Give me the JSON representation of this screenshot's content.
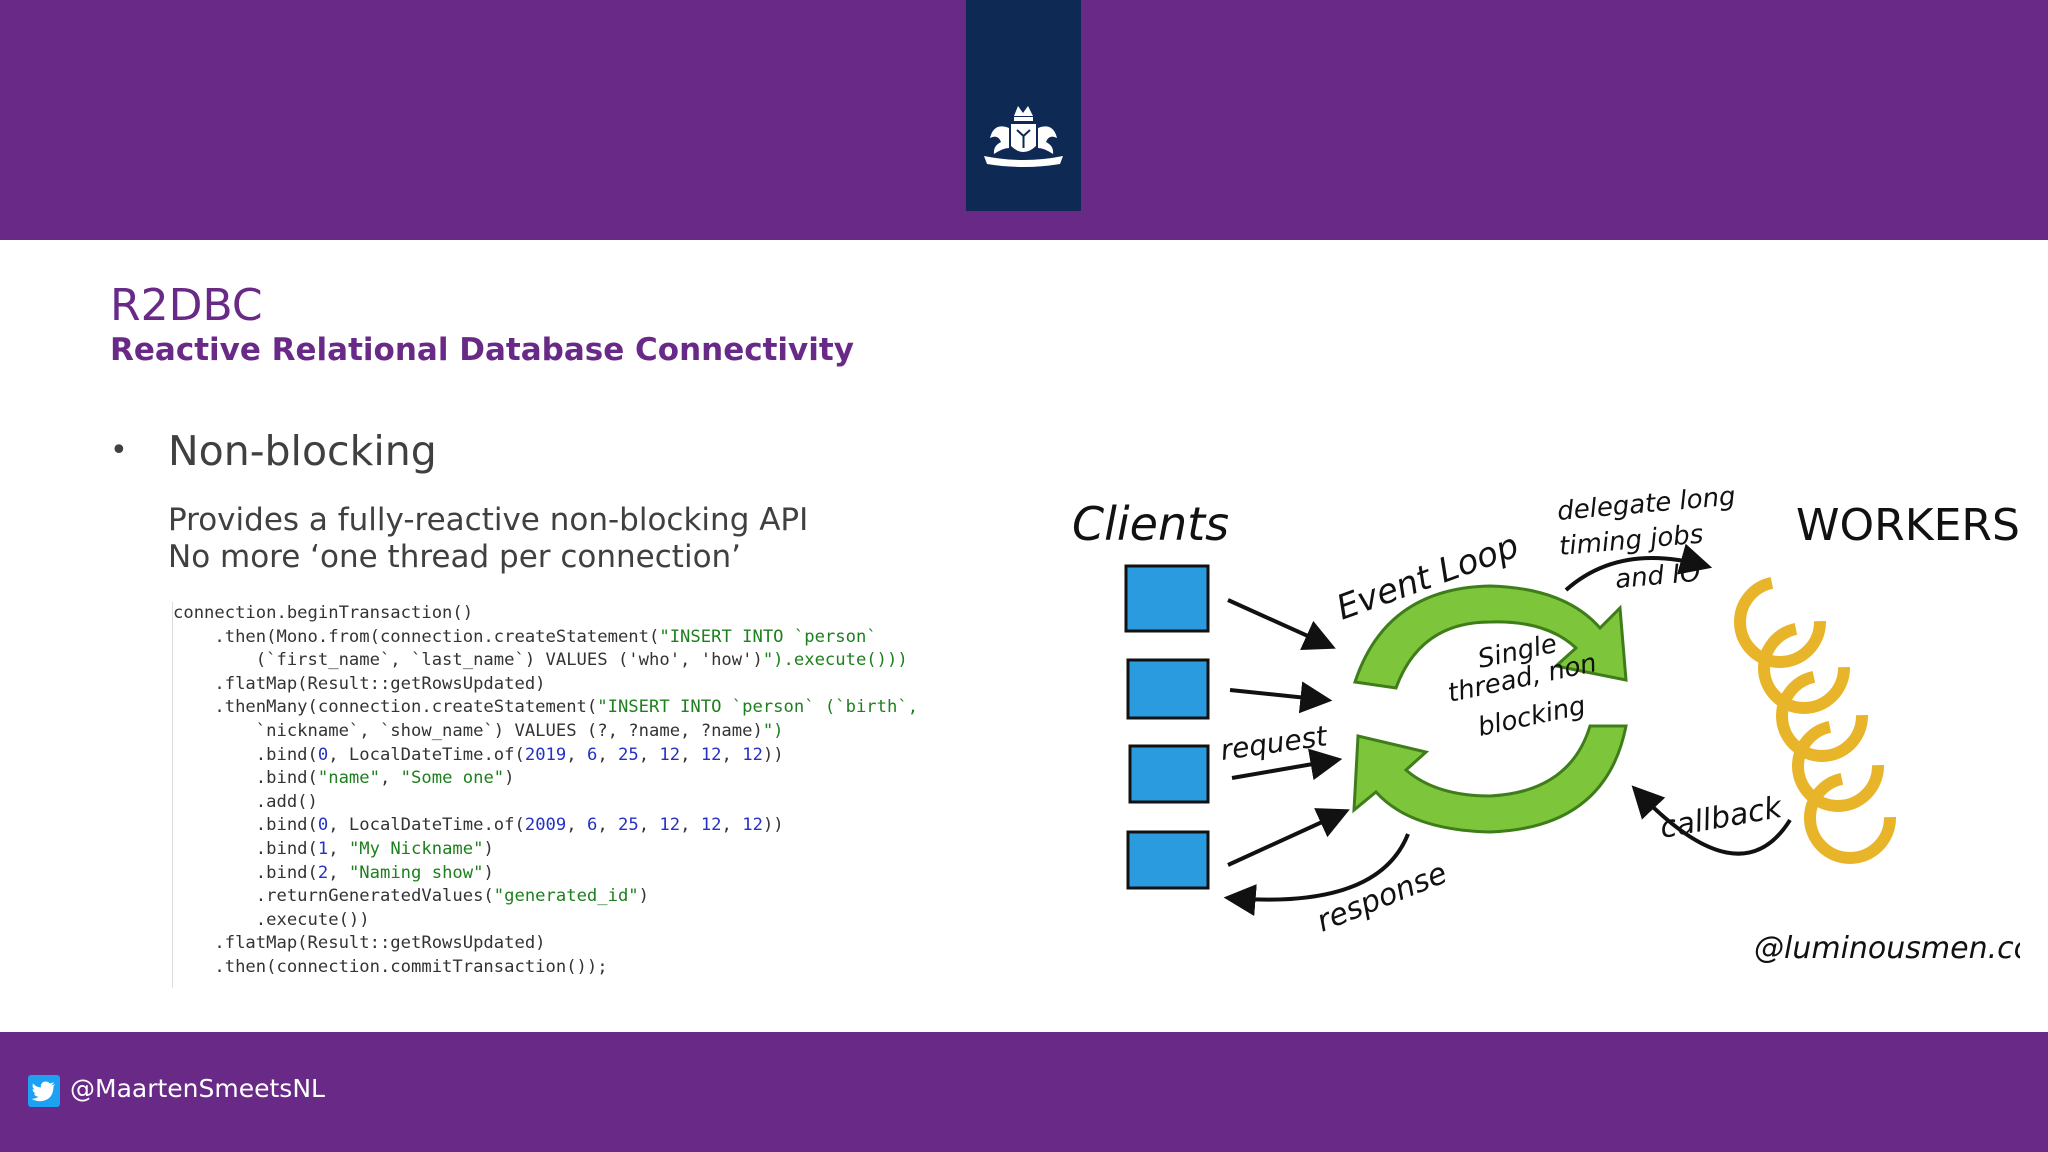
{
  "slide": {
    "title": "R2DBC",
    "subtitle": "Reactive Relational Database Connectivity",
    "bullet": "Non-blocking",
    "description": [
      "Provides a fully-reactive non-blocking API",
      "No more ‘one thread per connection’"
    ]
  },
  "code_lines": [
    "connection.beginTransaction()",
    "    .then(Mono.from(connection.createStatement(\"INSERT INTO `person`",
    "        (`first_name`, `last_name`) VALUES ('who', 'how')\").execute()))",
    "    .flatMap(Result::getRowsUpdated)",
    "    .thenMany(connection.createStatement(\"INSERT INTO `person` (`birth`,",
    "        `nickname`, `show_name`) VALUES (?, ?name, ?name)\")",
    "        .bind(0, LocalDateTime.of(2019, 6, 25, 12, 12, 12))",
    "        .bind(\"name\", \"Some one\")",
    "        .add()",
    "        .bind(0, LocalDateTime.of(2009, 6, 25, 12, 12, 12))",
    "        .bind(1, \"My Nickname\")",
    "        .bind(2, \"Naming show\")",
    "        .returnGeneratedValues(\"generated_id\")",
    "        .execute())",
    "    .flatMap(Result::getRowsUpdated)",
    "    .then(connection.commitTransaction());"
  ],
  "diagram": {
    "clients": "Clients",
    "event_loop": "Event Loop",
    "center": [
      "Single",
      "thread, non",
      "blocking"
    ],
    "request": "request",
    "response": "response",
    "delegate": [
      "delegate long",
      "timing jobs",
      "and IO"
    ],
    "workers": "WORKERS",
    "callback": "callback",
    "credit": "@luminousmen.com"
  },
  "footer": {
    "twitter_handle": "@MaartenSmeetsNL"
  },
  "colors": {
    "brand_purple": "#692a87",
    "logo_navy": "#0e2a54",
    "client_blue": "#2b9be0",
    "loop_green": "#7dc63b",
    "worker_gold": "#e8b52a",
    "twitter_blue": "#1da1f2"
  },
  "icons": {
    "logo": "crest-icon",
    "bullet": "bullet-icon",
    "footer": "twitter-icon"
  }
}
